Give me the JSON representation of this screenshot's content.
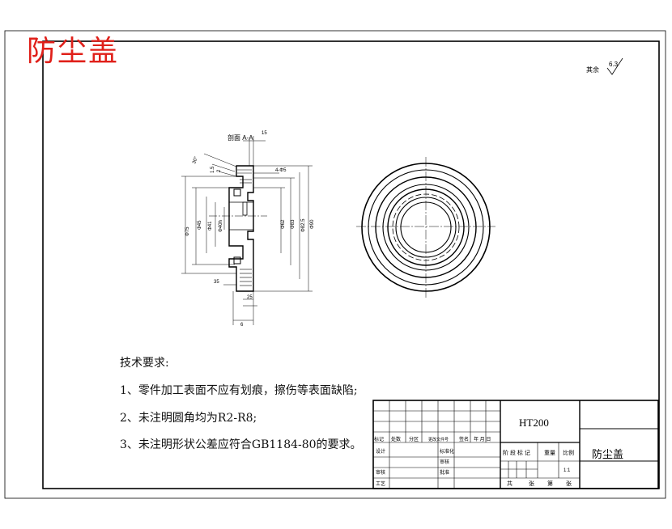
{
  "stamp": "防尘盖",
  "roughness": {
    "label": "其余",
    "value": "6.3"
  },
  "section_label": "剖面 A-A",
  "dims": {
    "d_outer_dia": "Φ90",
    "d_dia_82": "Φ82.5",
    "d_dia_83": "Φ83",
    "d_dia_62": "Φ62",
    "d_bore_left": "Φ75",
    "d_dia_45": "Φ45",
    "d_dia_41": "Φ41",
    "d_dia_40": "Φ40h",
    "d_top_15": "15",
    "d_chamfer": "4-Φ5",
    "d_bottom_25": "25",
    "d_bottom_6": "6",
    "d_side_35": "35",
    "d_angle": "30°",
    "d_small_15": "1.5",
    "d_small_2": "2"
  },
  "tech": {
    "title": "技术要求:",
    "items": [
      "1、零件加工表面不应有划痕，擦伤等表面缺陷;",
      "2、未注明圆角均为R2-R8;",
      "3、未注明形状公差应符合GB1184-80的要求。"
    ]
  },
  "title_block": {
    "material": "HT200",
    "part_name": "防尘盖",
    "rev_cols": [
      "标记",
      "处数",
      "分区",
      "更改文件号",
      "签名",
      "年 月 日"
    ],
    "rows_left": [
      "设计",
      "审核",
      "工艺"
    ],
    "rows_mid": [
      "标准化",
      "审核",
      "批准"
    ],
    "stage_cols": [
      "阶 段 标 记",
      "重量",
      "比例"
    ],
    "scale": "1:1",
    "sheet_row": [
      "共",
      "张",
      "第",
      "张"
    ]
  }
}
